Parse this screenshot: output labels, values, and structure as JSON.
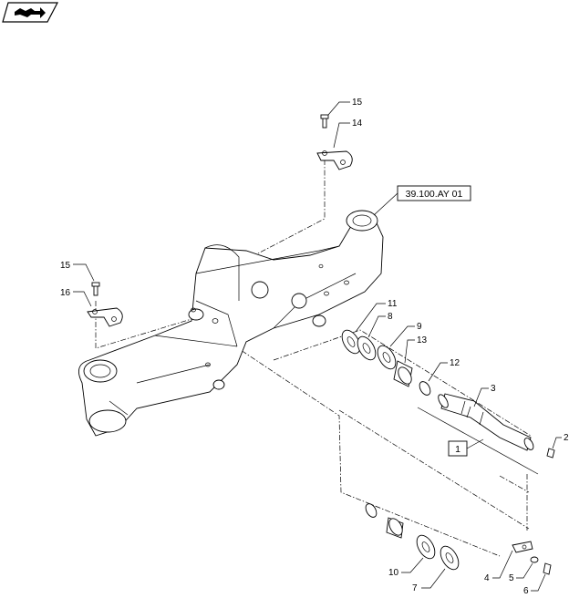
{
  "reference_label": "39.100.AY 01",
  "kit_label": "1",
  "callouts": {
    "c2": "2",
    "c3": "3",
    "c4": "4",
    "c5": "5",
    "c6": "6",
    "c7": "7",
    "c8": "8",
    "c9": "9",
    "c10": "10",
    "c11": "11",
    "c12": "12",
    "c13": "13",
    "c14": "14",
    "c15a": "15",
    "c15b": "15",
    "c16": "16"
  },
  "icons": {
    "corner": "book-arrow-icon"
  }
}
